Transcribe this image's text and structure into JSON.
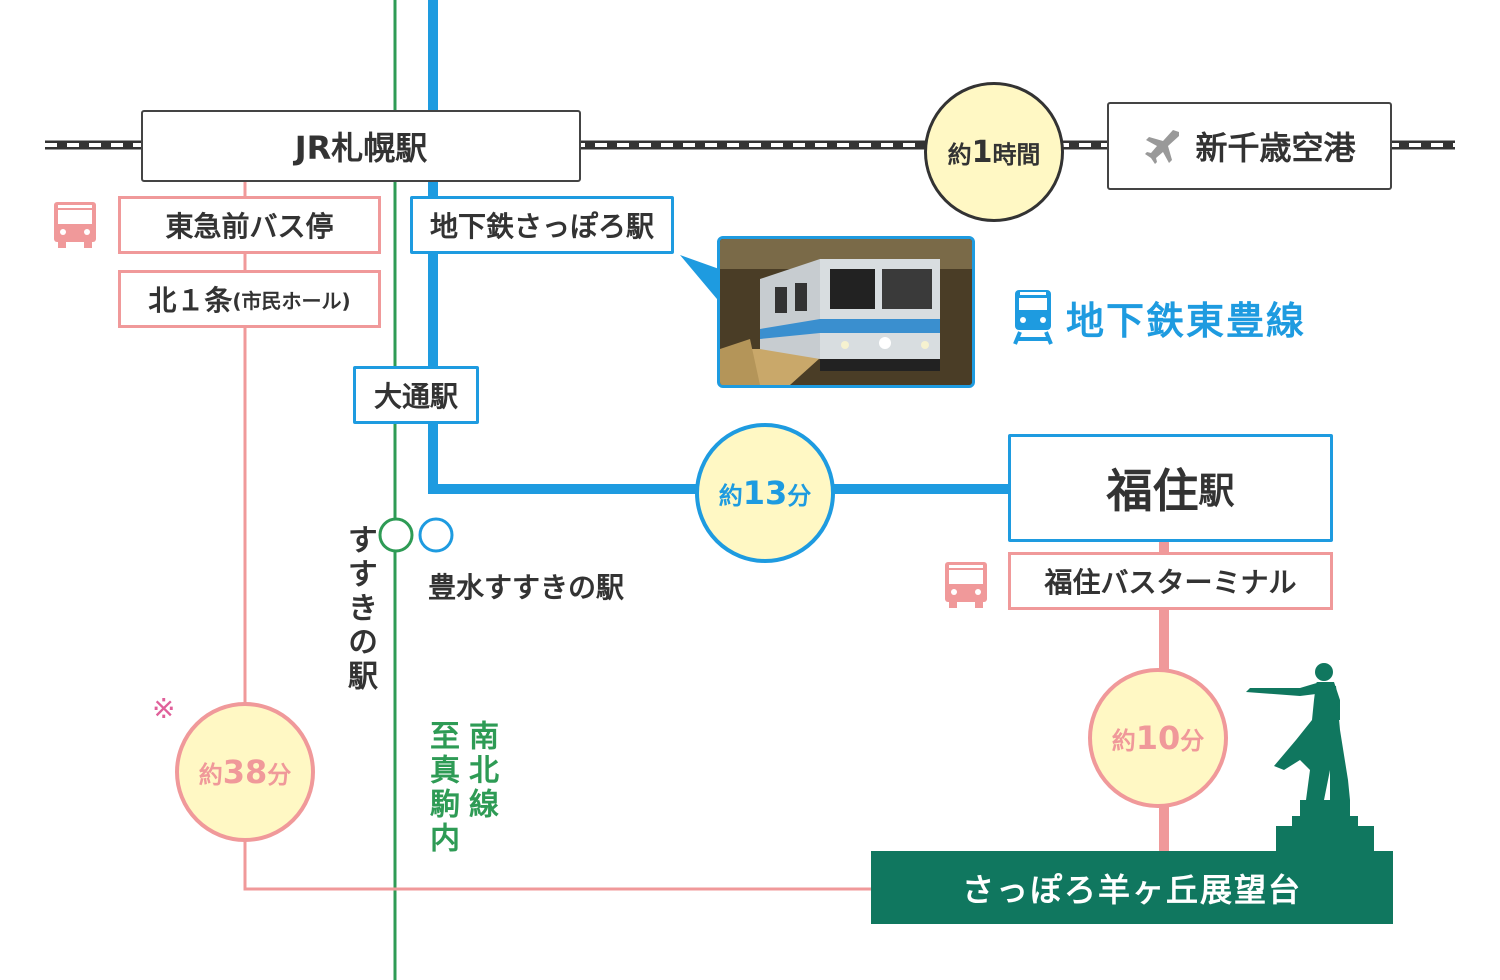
{
  "stations": {
    "jr_sapporo": "JR札幌駅",
    "airport": "新千歳空港",
    "subway_sapporo": "地下鉄さっぽろ駅",
    "odori": "大通駅",
    "fukuzumi_main": "福住",
    "fukuzumi_suffix": "駅",
    "fukuzumi_bus_terminal": "福住バスターミナル",
    "tokyu_bus_stop": "東急前バス停",
    "kita1jo_main": "北１条",
    "kita1jo_sub": "(市民ホール)",
    "susukino": "すすきの駅",
    "hosui_susukino": "豊水すすきの駅",
    "destination": "さっぽろ羊ヶ丘展望台"
  },
  "times": {
    "airport_prefix": "約",
    "airport_value": "1",
    "airport_unit": "時間",
    "subway_prefix": "約",
    "subway_value": "13",
    "subway_unit": "分",
    "bus_long_prefix": "約",
    "bus_long_value": "38",
    "bus_long_unit": "分",
    "bus_short_prefix": "約",
    "bus_short_value": "10",
    "bus_short_unit": "分"
  },
  "lines": {
    "toho_line": "地下鉄東豊線",
    "namboku_line": "南北線",
    "to_makomanai": "至真駒内"
  },
  "note_mark": "※",
  "colors": {
    "toho": "#1e9be0",
    "namboku": "#2e9b55",
    "bus": "#f0999a",
    "destination": "#10775f",
    "time_bubble": "#fff8c4"
  },
  "icons": [
    "bus-icon",
    "train-icon",
    "airplane-icon",
    "statue-icon"
  ]
}
